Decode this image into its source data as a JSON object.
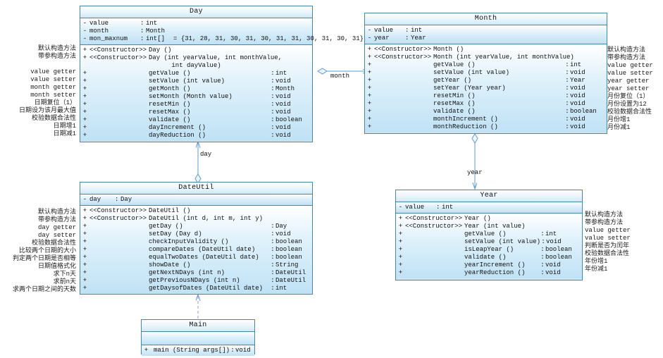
{
  "diagram": {
    "title": "Date Utility UML Class Diagram",
    "line_color": "#3f87b5",
    "fill_color": "#cfe9f7"
  },
  "classes": {
    "day": {
      "name": "Day",
      "attributes": [
        {
          "vis": "-",
          "name": "value",
          "colon": ":",
          "type": "int",
          "init": ""
        },
        {
          "vis": "-",
          "name": "month",
          "colon": ":",
          "type": "Month",
          "init": ""
        },
        {
          "vis": "-",
          "name": "mon_maxnum",
          "colon": ":",
          "type": "int[]",
          "init": "= {31, 28, 31, 30, 31, 30, 31, 31, 30, 31, 30, 31}"
        }
      ],
      "methods": [
        {
          "vis": "+",
          "stereo": "<<Constructor>>",
          "sig": "Day ()",
          "colon": "",
          "rtype": ""
        },
        {
          "vis": "+",
          "stereo": "<<Constructor>>",
          "sig": "Day (int yearValue, int monthValue,",
          "colon": "",
          "rtype": ""
        },
        {
          "vis": "",
          "stereo": "",
          "sig": "      int dayValue)",
          "colon": "",
          "rtype": ""
        },
        {
          "vis": "+",
          "stereo": "",
          "sig": "getValue ()",
          "colon": ":",
          "rtype": "int"
        },
        {
          "vis": "+",
          "stereo": "",
          "sig": "setValue (int value)",
          "colon": ":",
          "rtype": "void"
        },
        {
          "vis": "+",
          "stereo": "",
          "sig": "getMonth ()",
          "colon": ":",
          "rtype": "Month"
        },
        {
          "vis": "+",
          "stereo": "",
          "sig": "setMonth (Month value)",
          "colon": ":",
          "rtype": "void"
        },
        {
          "vis": "+",
          "stereo": "",
          "sig": "resetMin ()",
          "colon": ":",
          "rtype": "void"
        },
        {
          "vis": "+",
          "stereo": "",
          "sig": "resetMax ()",
          "colon": ":",
          "rtype": "void"
        },
        {
          "vis": "+",
          "stereo": "",
          "sig": "validate ()",
          "colon": ":",
          "rtype": "boolean"
        },
        {
          "vis": "+",
          "stereo": "",
          "sig": "dayIncrement ()",
          "colon": ":",
          "rtype": "void"
        },
        {
          "vis": "+",
          "stereo": "",
          "sig": "dayReduction ()",
          "colon": ":",
          "rtype": "void"
        }
      ]
    },
    "month": {
      "name": "Month",
      "attributes": [
        {
          "vis": "-",
          "name": "value",
          "colon": ":",
          "type": "int",
          "init": ""
        },
        {
          "vis": "-",
          "name": "year",
          "colon": ":",
          "type": "Year",
          "init": ""
        }
      ],
      "methods": [
        {
          "vis": "+",
          "stereo": "<<Constructor>>",
          "sig": "Month ()",
          "colon": "",
          "rtype": ""
        },
        {
          "vis": "+",
          "stereo": "<<Constructor>>",
          "sig": "Month (int yearValue, int monthValue)",
          "colon": "",
          "rtype": ""
        },
        {
          "vis": "+",
          "stereo": "",
          "sig": "getValue ()",
          "colon": ":",
          "rtype": "int"
        },
        {
          "vis": "+",
          "stereo": "",
          "sig": "setValue (int value)",
          "colon": ":",
          "rtype": "void"
        },
        {
          "vis": "+",
          "stereo": "",
          "sig": "getYear ()",
          "colon": ":",
          "rtype": "Year"
        },
        {
          "vis": "+",
          "stereo": "",
          "sig": "setYear (Year year)",
          "colon": ":",
          "rtype": "void"
        },
        {
          "vis": "+",
          "stereo": "",
          "sig": "resetMin ()",
          "colon": ":",
          "rtype": "void"
        },
        {
          "vis": "+",
          "stereo": "",
          "sig": "resetMax ()",
          "colon": ":",
          "rtype": "void"
        },
        {
          "vis": "+",
          "stereo": "",
          "sig": "validate ()",
          "colon": ":",
          "rtype": "boolean"
        },
        {
          "vis": "+",
          "stereo": "",
          "sig": "monthIncrement ()",
          "colon": ":",
          "rtype": "void"
        },
        {
          "vis": "+",
          "stereo": "",
          "sig": "monthReduction ()",
          "colon": ":",
          "rtype": "void"
        }
      ]
    },
    "dateutil": {
      "name": "DateUtil",
      "attributes": [
        {
          "vis": "-",
          "name": "day",
          "colon": ":",
          "type": "Day",
          "init": ""
        }
      ],
      "methods": [
        {
          "vis": "+",
          "stereo": "<<Constructor>>",
          "sig": "DateUtil ()",
          "colon": "",
          "rtype": ""
        },
        {
          "vis": "+",
          "stereo": "<<Constructor>>",
          "sig": "DateUtil (int d, int m, int y)",
          "colon": "",
          "rtype": ""
        },
        {
          "vis": "+",
          "stereo": "",
          "sig": "getDay ()",
          "colon": ":",
          "rtype": "Day"
        },
        {
          "vis": "+",
          "stereo": "",
          "sig": "setDay (Day d)",
          "colon": ":",
          "rtype": "void"
        },
        {
          "vis": "+",
          "stereo": "",
          "sig": "checkInputValidity ()",
          "colon": ":",
          "rtype": "boolean"
        },
        {
          "vis": "+",
          "stereo": "",
          "sig": "compareDates (DateUtil date)",
          "colon": ":",
          "rtype": "boolean"
        },
        {
          "vis": "+",
          "stereo": "",
          "sig": "equalTwoDates (DateUtil date)",
          "colon": ":",
          "rtype": "boolean"
        },
        {
          "vis": "+",
          "stereo": "",
          "sig": "showDate ()",
          "colon": ":",
          "rtype": "String"
        },
        {
          "vis": "+",
          "stereo": "",
          "sig": "getNextNDays (int n)",
          "colon": ":",
          "rtype": "DateUtil"
        },
        {
          "vis": "+",
          "stereo": "",
          "sig": "getPreviousNDays (int n)",
          "colon": ":",
          "rtype": "DateUtil"
        },
        {
          "vis": "+",
          "stereo": "",
          "sig": "getDaysofDates (DateUtil date)",
          "colon": ":",
          "rtype": "int"
        }
      ]
    },
    "year": {
      "name": "Year",
      "attributes": [
        {
          "vis": "-",
          "name": "value",
          "colon": ":",
          "type": "int",
          "init": ""
        }
      ],
      "methods": [
        {
          "vis": "+",
          "stereo": "<<Constructor>>",
          "sig": "Year ()",
          "colon": "",
          "rtype": ""
        },
        {
          "vis": "+",
          "stereo": "<<Constructor>>",
          "sig": "Year (int value)",
          "colon": "",
          "rtype": ""
        },
        {
          "vis": "+",
          "stereo": "",
          "sig": "getValue ()",
          "colon": ":",
          "rtype": "int"
        },
        {
          "vis": "+",
          "stereo": "",
          "sig": "setValue (int value)",
          "colon": ":",
          "rtype": "void"
        },
        {
          "vis": "+",
          "stereo": "",
          "sig": "isLeapYear ()",
          "colon": ":",
          "rtype": "boolean"
        },
        {
          "vis": "+",
          "stereo": "",
          "sig": "validate ()",
          "colon": ":",
          "rtype": "boolean"
        },
        {
          "vis": "+",
          "stereo": "",
          "sig": "yearIncrement ()",
          "colon": ":",
          "rtype": "void"
        },
        {
          "vis": "+",
          "stereo": "",
          "sig": "yearReduction ()",
          "colon": ":",
          "rtype": "void"
        }
      ]
    },
    "main": {
      "name": "Main",
      "attributes": [],
      "methods": [
        {
          "vis": "+",
          "stereo": "",
          "sig": "main (String args[])",
          "colon": ":",
          "rtype": "void"
        }
      ]
    }
  },
  "annotations": {
    "day_notes": [
      "默认构造方法",
      "带参构造方法",
      "",
      "value getter",
      "value setter",
      "month getter",
      "month setter",
      "日期复位（1）",
      "日期设为该月最大值",
      "校验数据合法性",
      "日期增1",
      "日期减1"
    ],
    "month_notes": [
      "默认构造方法",
      "带参构造方法",
      "value getter",
      "value setter",
      "year getter",
      "year setter",
      "月份复位（1）",
      "月份设置为12",
      "校验数据合法性",
      "月份增1",
      "月份减1"
    ],
    "dateutil_notes": [
      "默认构造方法",
      "带参构造方法",
      "day getter",
      "day setter",
      "校验数据合法性",
      "比较两个日期的大小",
      "判定两个日期是否相等",
      "日期值格式化",
      "求下n天",
      "求前n天",
      "求两个日期之间的天数"
    ],
    "year_notes": [
      "默认构造方法",
      "带参构造方法",
      "value getter",
      "value setter",
      "判断是否为闰年",
      "校验数据合法性",
      "年份增1",
      "年份减1"
    ]
  },
  "relations": [
    {
      "id": "day-month",
      "label": "month",
      "from": "Day",
      "to": "Month",
      "kind": "aggregation"
    },
    {
      "id": "dateutil-day",
      "label": "day",
      "from": "DateUtil",
      "to": "Day",
      "kind": "aggregation"
    },
    {
      "id": "month-year",
      "label": "year",
      "from": "Month",
      "to": "Year",
      "kind": "aggregation"
    },
    {
      "id": "main-dateutil",
      "label": "",
      "from": "Main",
      "to": "DateUtil",
      "kind": "dependency"
    }
  ]
}
